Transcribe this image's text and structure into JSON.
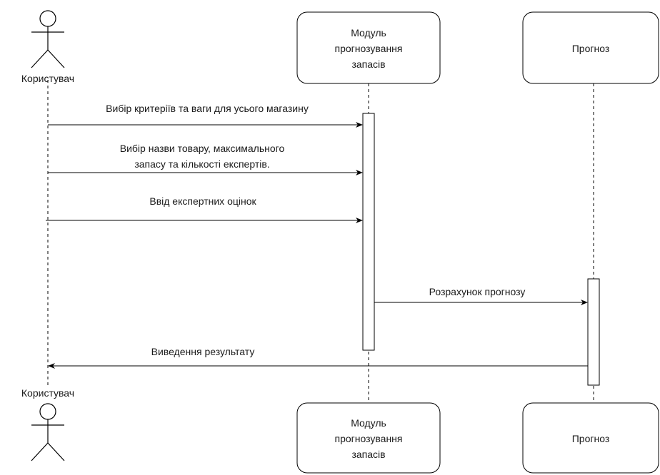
{
  "participants": {
    "user": {
      "label": "Користувач"
    },
    "module": {
      "label_lines": [
        "Модуль",
        "прогнозування",
        "запасів"
      ]
    },
    "forecast": {
      "label": "Прогноз"
    }
  },
  "messages": [
    {
      "id": "m1",
      "from": "user",
      "to": "module",
      "lines": [
        "Вибір критеріїв та ваги для усього магазину"
      ]
    },
    {
      "id": "m2",
      "from": "user",
      "to": "module",
      "lines": [
        "Вибір назви товару, максимального",
        "запасу та кількості експертів."
      ]
    },
    {
      "id": "m3",
      "from": "user",
      "to": "module",
      "lines": [
        "Ввід експертних оцінок"
      ]
    },
    {
      "id": "m4",
      "from": "module",
      "to": "forecast",
      "lines": [
        "Розрахунок прогнозу"
      ]
    },
    {
      "id": "m5",
      "from": "forecast",
      "to": "user",
      "lines": [
        "Виведення результату"
      ]
    }
  ]
}
